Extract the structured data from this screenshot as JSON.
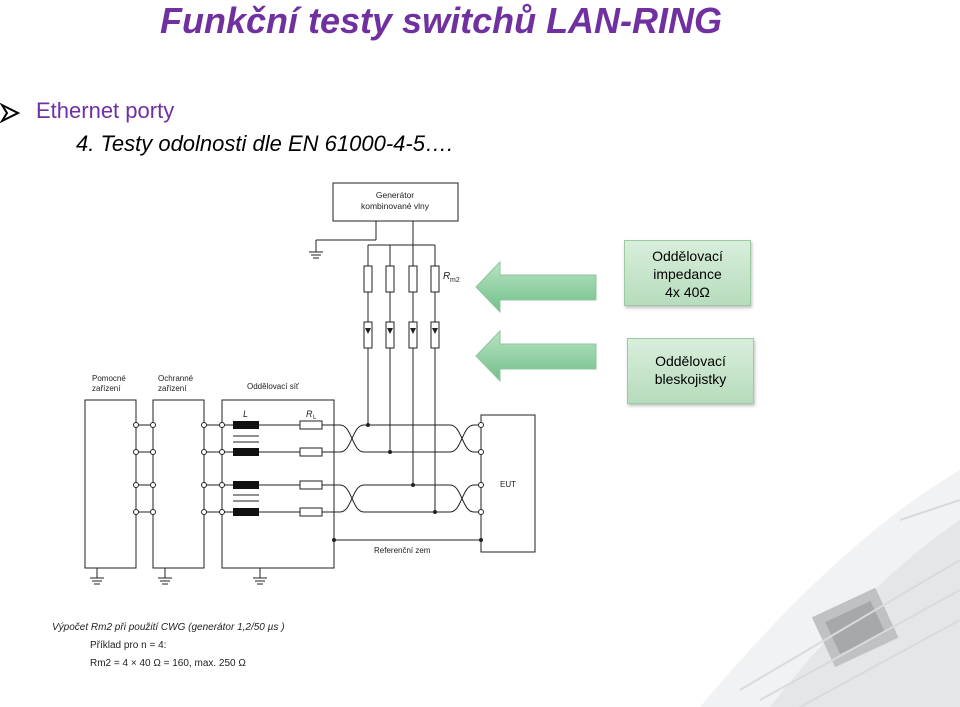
{
  "title": "Funkční testy switchů LAN-RING",
  "bullet": {
    "text": "Ethernet porty",
    "icon": "arrow-bullet-icon"
  },
  "subtitle": "4. Testy odolnosti dle EN 61000-4-5….",
  "callouts": [
    {
      "lines": [
        "Oddělovací",
        "impedance",
        "4x 40Ω"
      ]
    },
    {
      "lines": [
        "Oddělovací",
        "bleskojistky"
      ]
    }
  ],
  "diagram": {
    "generator_label": [
      "Generátor",
      "kombinované vlny"
    ],
    "rm2_label": "R",
    "rm2_sub": "m2",
    "block_labels": {
      "aux": [
        "Pomocné",
        "zařízení"
      ],
      "protect": [
        "Ochranné",
        "zařízení"
      ],
      "decoupling": "Oddělovací síť",
      "L": "L",
      "RL": "R",
      "RL_sub": "L",
      "eut": "EUT",
      "ref_ground": "Referenční zem"
    }
  },
  "calculation": {
    "line1": "Výpočet Rm2 při použití CWG (generátor 1,2/50 µs )",
    "line2": "Příklad pro n = 4:",
    "line3": "Rm2 = 4 × 40 Ω = 160, max. 250 Ω"
  },
  "colors": {
    "title": "#7030a0",
    "callout_fill": "#c6e5cb",
    "arrow_fill": "#8ed1a0"
  }
}
